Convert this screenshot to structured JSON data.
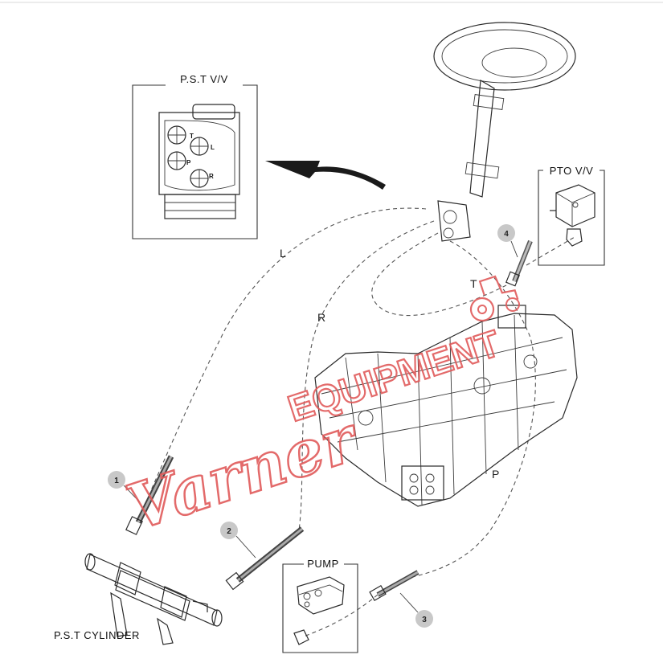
{
  "labels": {
    "pst_valve": "P.S.T V/V",
    "pto_valve": "PTO V/V",
    "pump": "PUMP",
    "pst_cylinder": "P.S.T CYLINDER"
  },
  "line_letters": {
    "L": "L",
    "R": "R",
    "T": "T",
    "P": "P"
  },
  "valve_ports": [
    "T",
    "L",
    "P",
    "R"
  ],
  "callouts": [
    "1",
    "2",
    "3",
    "4"
  ],
  "watermark": {
    "script": "Varner",
    "block": "EQUIPMENT",
    "color": "#e15a5a"
  }
}
